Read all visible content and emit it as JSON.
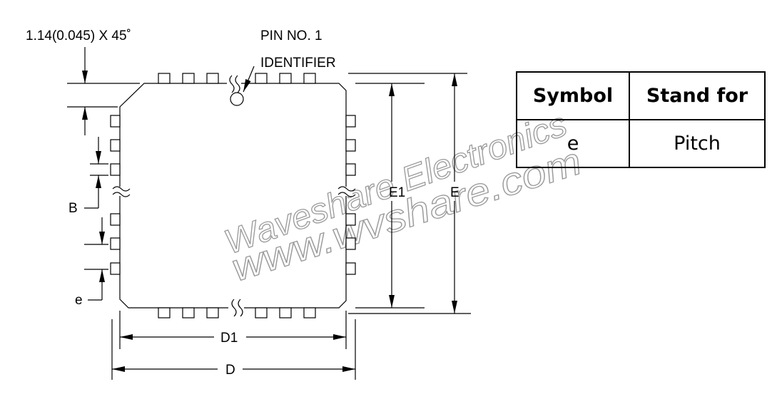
{
  "labels": {
    "chamfer": "1.14(0.045) X 45˚",
    "pin1_line1": "PIN NO. 1",
    "pin1_line2": "IDENTIFIER",
    "E1": "E1",
    "E": "E",
    "D1": "D1",
    "D": "D",
    "B": "B",
    "e": "e"
  },
  "table": {
    "headers": [
      "Symbol",
      "Stand for"
    ],
    "rows": [
      [
        "e",
        "Pitch"
      ]
    ]
  },
  "watermark": {
    "line1": "Waveshare Electronics",
    "line2": "www.wvshare.com"
  }
}
